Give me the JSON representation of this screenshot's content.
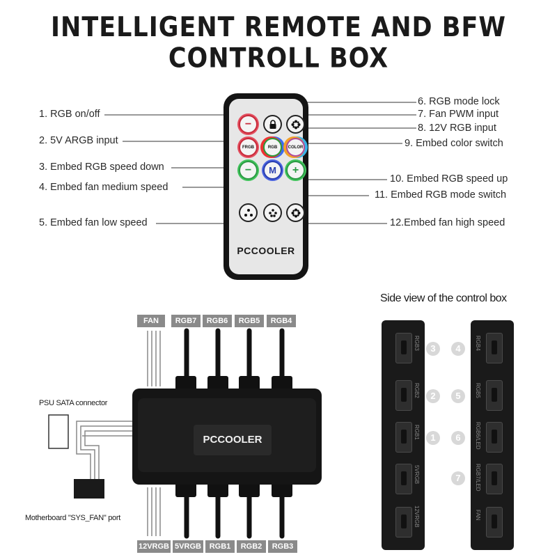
{
  "title": "INTELLIGENT REMOTE AND BFW CONTROLL BOX",
  "remote": {
    "left_labels": [
      "1. RGB on/off",
      "2. 5V ARGB input",
      "3. Embed RGB speed down",
      "4. Embed fan medium speed",
      "5. Embed fan low speed"
    ],
    "right_labels": [
      "6. RGB mode lock",
      "7. Fan PWM input",
      "8. 12V RGB input",
      "9. Embed color switch",
      "10. Embed RGB speed up",
      "11. Embed RGB mode switch",
      "12.Embed fan high speed"
    ],
    "buttons": {
      "frgb": "FRGB",
      "rgb": "RGB",
      "color": "COLOR",
      "m": "M",
      "plus": "+",
      "minus": "−"
    },
    "logo": "PCCOOLER"
  },
  "hub": {
    "top_ports": [
      "FAN",
      "RGB7",
      "RGB6",
      "RGB5",
      "RGB4"
    ],
    "bottom_ports": [
      "12VRGB",
      "5VRGB",
      "RGB1",
      "RGB2",
      "RGB3"
    ],
    "logo": "PCCOOLER",
    "psu_label": "PSU SATA connector",
    "mobo_label": "Motherboard \"SYS_FAN\" port"
  },
  "side_view": {
    "title": "Side view of the control box",
    "left_numbers": [
      "3",
      "2",
      "1"
    ],
    "right_numbers": [
      "4",
      "5",
      "6",
      "7"
    ],
    "left_ports": [
      "RGB3",
      "RGB2",
      "RGB1",
      "5VRGB",
      "12VRGB"
    ],
    "right_ports": [
      "RGB4",
      "RGB5",
      "RGB6/LED",
      "RGB7/LED",
      "FAN"
    ]
  },
  "colors": {
    "accent_red": "#c72a3a",
    "accent_green": "#2c9a44",
    "accent_blue": "#2a3fb0",
    "tag_gray": "#8a8a8a"
  }
}
